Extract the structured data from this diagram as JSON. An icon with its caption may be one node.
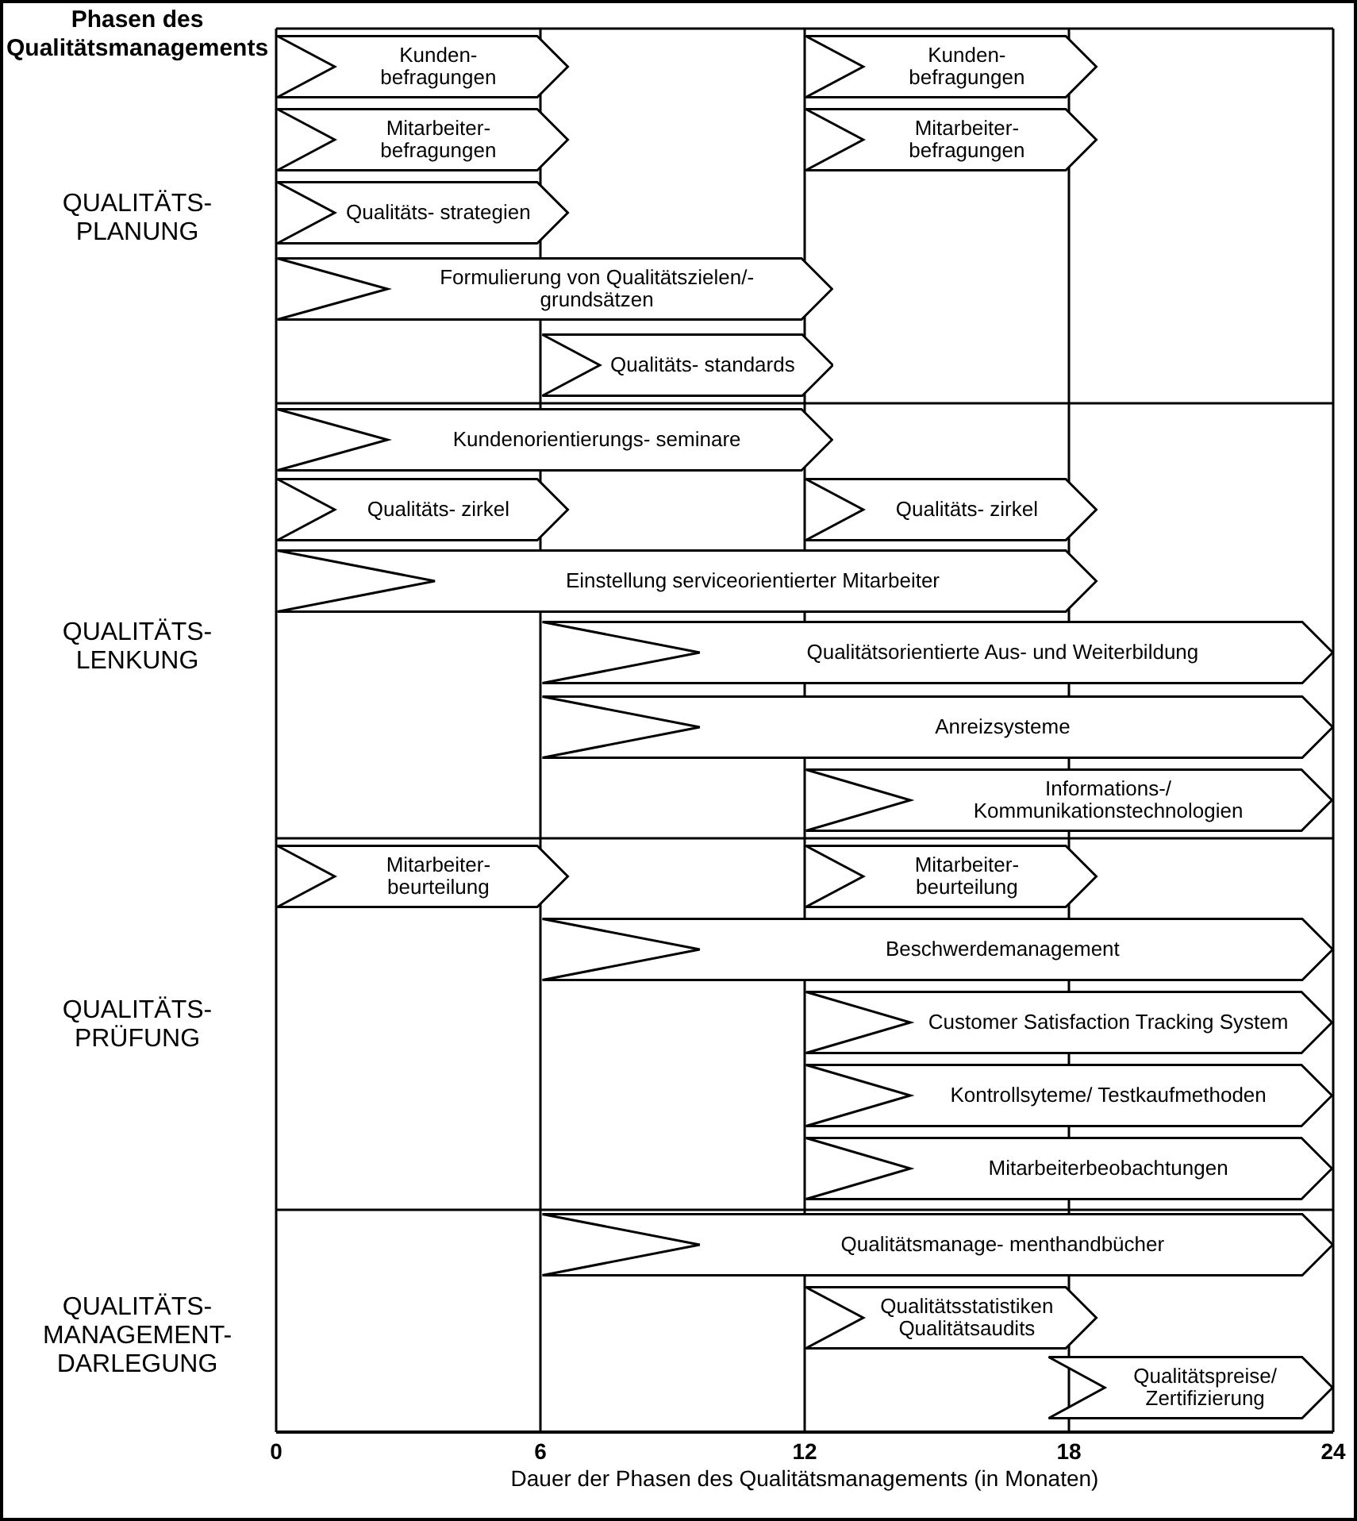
{
  "diagram": {
    "caption": "Dauer der Phasen des Qualitätsmanagements (in Monaten)",
    "nodes": [
      {
        "text": [
          "Kunden- befragungen"
        ]
      },
      {
        "text": [
          "Kunden- befragungen"
        ]
      },
      {
        "text": [
          "Mitarbeiter- befragungen"
        ]
      },
      {
        "text": [
          "Mitarbeiter- befragungen"
        ]
      },
      {
        "text": [
          "Qualitäts- strategien"
        ]
      },
      {
        "text": [
          "Formulierung von Qualitätszielen/-grundsätzen"
        ]
      },
      {
        "text": [
          "Qualitäts- standards"
        ]
      },
      {
        "text": [
          "Kundenorientierungs- seminare"
        ]
      },
      {
        "text": [
          "Qualitäts- zirkel"
        ]
      },
      {
        "text": [
          "Qualitäts- zirkel"
        ]
      },
      {
        "text": [
          "Einstellung serviceorientierter Mitarbeiter"
        ]
      },
      {
        "text": [
          "Qualitätsorientierte Aus- und Weiterbildung"
        ]
      },
      {
        "text": [
          "Anreizsysteme"
        ]
      },
      {
        "text": [
          "Informations-/ Kommunikationstechnologien"
        ]
      },
      {
        "text": [
          "Mitarbeiter- beurteilung"
        ]
      },
      {
        "text": [
          "Mitarbeiter- beurteilung"
        ]
      },
      {
        "text": [
          "Beschwerdemanagement"
        ]
      },
      {
        "text": [
          "Customer Satisfaction Tracking System"
        ]
      },
      {
        "text": [
          "Kontrollsyteme/ Testkaufmethoden"
        ]
      },
      {
        "text": [
          "Mitarbeiterbeobachtungen"
        ]
      },
      {
        "text": [
          "Qualitätsmanage- menthandbücher"
        ]
      },
      {
        "text": [
          "Qualitätsstatistiken Qualitätsaudits"
        ]
      },
      {
        "text": [
          "Qualitätspreise/ Zertifizierung"
        ]
      }
    ],
    "labels": [
      "Phasen des Qualitätsmanagements",
      "QUALITÄTS- PLANUNG",
      "QUALITÄTS- LENKUNG",
      "QUALITÄTS- PRÜFUNG",
      "QUALITÄTS- MANAGEMENT- DARLEGUNG",
      "0",
      "6",
      "12",
      "18",
      "24"
    ]
  }
}
